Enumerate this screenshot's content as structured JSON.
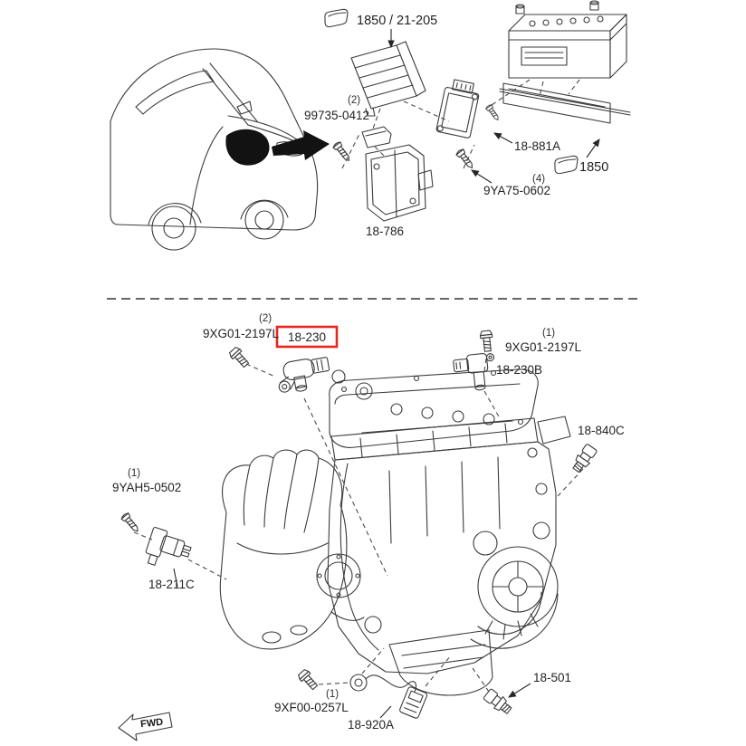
{
  "colors": {
    "highlight": "#e8251f",
    "line": "#3b3b3b",
    "ink": "#262626"
  },
  "upper": {
    "ref_part": "1850",
    "ref_page": "/ 21-205",
    "screw": {
      "qty": "(2)",
      "part": "99735-0412"
    },
    "bracket": "18-786",
    "module": "18-881A",
    "clip": "1850",
    "module_screw": {
      "qty": "(4)",
      "part": "9YA75-0602"
    }
  },
  "lower": {
    "cam_bolt": {
      "qty": "(2)",
      "part": "9XG01-2197L"
    },
    "highlight": "18-230",
    "coil_bolt": {
      "qty": "(1)",
      "part": "9XG01-2197L"
    },
    "coil": "18-230B",
    "oil_sensor": "18-840C",
    "sol_screw": {
      "qty": "(1)",
      "part": "9YAH5-0502"
    },
    "solenoid": "18-211C",
    "knock_bolt": {
      "qty": "(1)",
      "part": "9XF00-0257L"
    },
    "knock_harness": "18-920A",
    "pressure_switch": "18-501",
    "fwd": "FWD"
  }
}
